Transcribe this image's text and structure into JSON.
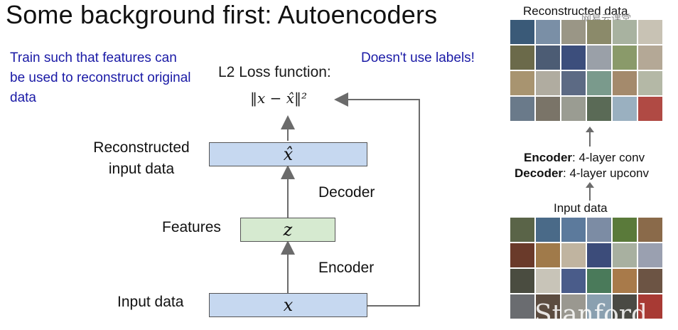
{
  "title": "Some background first: Autoencoders",
  "notes": {
    "left": "Train such that features can be used to reconstruct original data",
    "right": "Doesn't use labels!"
  },
  "loss": {
    "label": "L2 Loss function:",
    "formula": "‖x − x̂‖²"
  },
  "diagram": {
    "boxes": {
      "reconstructed": "x̂",
      "features": "z",
      "input": "x"
    },
    "labels": {
      "reconstructed": "Reconstructed input data",
      "features": "Features",
      "input": "Input data",
      "decoder": "Decoder",
      "encoder": "Encoder"
    },
    "colors": {
      "blue_box": "#c6d8f0",
      "green_box": "#d6ead0"
    }
  },
  "right_panel": {
    "reconstructed_caption": "Reconstructed data",
    "encoder_key": "Encoder",
    "encoder_text": ": 4-layer conv",
    "decoder_key": "Decoder",
    "decoder_text": ": 4-layer upconv",
    "input_caption": "Input data",
    "reconstructed_colors": [
      "#3a5a78",
      "#7a8fa6",
      "#9a9686",
      "#8b8a6a",
      "#a8b2a0",
      "#c8c2b4",
      "#6b6a4a",
      "#4c5c74",
      "#3c4e7c",
      "#9aa0a8",
      "#8a9a6a",
      "#b4a896",
      "#a89470",
      "#b0aca0",
      "#5c6a84",
      "#7a9a8c",
      "#a48a6c",
      "#b4b8a6",
      "#6a7a8a",
      "#7a7468",
      "#9a9c92",
      "#5a6a56",
      "#9ab0c0",
      "#b04a44"
    ],
    "input_colors": [
      "#5a6448",
      "#4a6a88",
      "#5c7a9c",
      "#7c8ca4",
      "#5a7a3a",
      "#8a6a4a",
      "#6a3a2a",
      "#a07a4a",
      "#c0b4a0",
      "#3c4c7a",
      "#a8b0a0",
      "#9aa0b0",
      "#4a4c40",
      "#c8c4b8",
      "#4a5c8a",
      "#4a7a5a",
      "#a87a4a",
      "#6c5444",
      "#6a6c70",
      "#5c4c40",
      "#9a9890",
      "#8aa0b0",
      "#4a4a44",
      "#a83a34"
    ],
    "watermark": "Stanford",
    "watermark_cn": "网易云课堂"
  }
}
